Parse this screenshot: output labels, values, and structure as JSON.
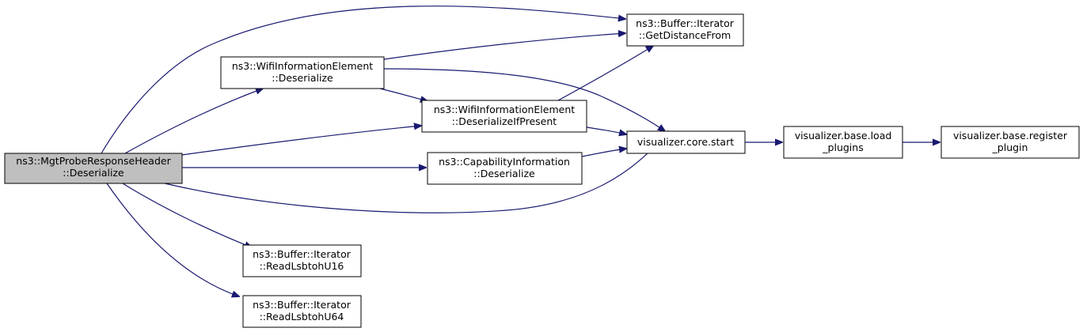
{
  "nodes": {
    "root": {
      "line1": "ns3::MgtProbeResponseHeader",
      "line2": "::Deserialize"
    },
    "wie_deserialize": {
      "line1": "ns3::WifiInformationElement",
      "line2": "::Deserialize"
    },
    "wie_deserialize_if_present": {
      "line1": "ns3::WifiInformationElement",
      "line2": "::DeserializeIfPresent"
    },
    "capability_deserialize": {
      "line1": "ns3::CapabilityInformation",
      "line2": "::Deserialize"
    },
    "get_distance_from": {
      "line1": "ns3::Buffer::Iterator",
      "line2": "::GetDistanceFrom"
    },
    "core_start": {
      "line1": "visualizer.core.start"
    },
    "load_plugins": {
      "line1": "visualizer.base.load",
      "line2": "_plugins"
    },
    "register_plugin": {
      "line1": "visualizer.base.register",
      "line2": "_plugin"
    },
    "read_u16": {
      "line1": "ns3::Buffer::Iterator",
      "line2": "::ReadLsbtohU16"
    },
    "read_u64": {
      "line1": "ns3::Buffer::Iterator",
      "line2": "::ReadLsbtohU64"
    }
  },
  "colors": {
    "edge": "#191970",
    "root_fill": "#bfbfbf",
    "node_fill": "#ffffff"
  }
}
